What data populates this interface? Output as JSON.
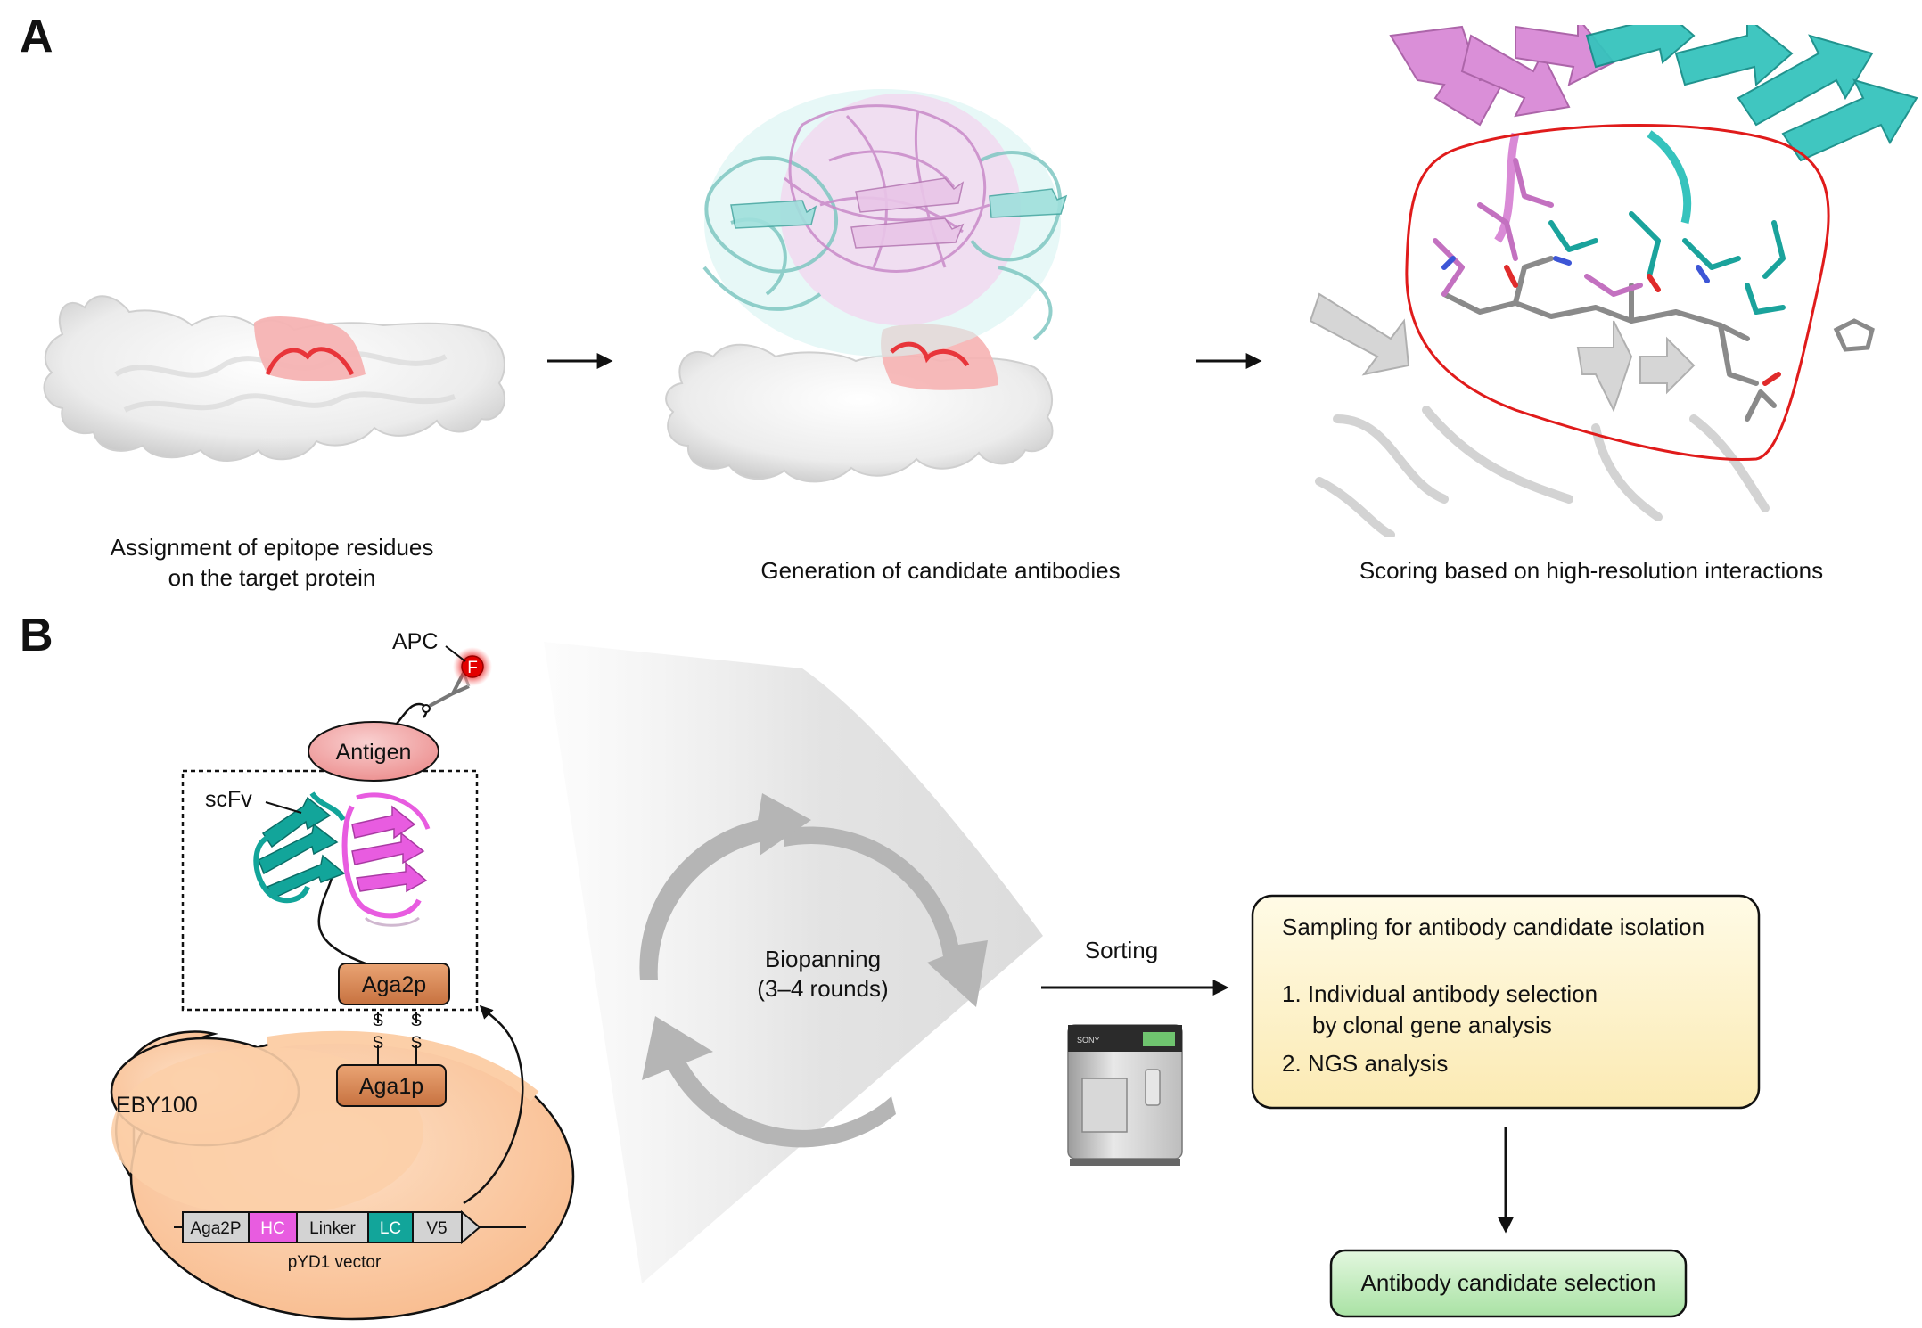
{
  "panels": {
    "a": "A",
    "b": "B"
  },
  "panel_a": {
    "step1_line1": "Assignment of epitope residues",
    "step1_line2": "on the target protein",
    "step2": "Generation of candidate antibodies",
    "step3": "Scoring based on high-resolution interactions"
  },
  "panel_b": {
    "apc": "APC",
    "fluor": "F",
    "antigen": "Antigen",
    "scfv": "scFv",
    "aga2p": "Aga2p",
    "aga1p": "Aga1p",
    "ss_left_top": "S",
    "ss_left_bottom": "S",
    "ss_right_top": "S",
    "ss_right_bottom": "S",
    "cell": "EBY100",
    "vector_segments": [
      "Aga2P",
      "HC",
      "Linker",
      "LC",
      "V5"
    ],
    "vector_name": "pYD1 vector",
    "cycle_line1": "Biopanning",
    "cycle_line2": "(3–4 rounds)",
    "sorting": "Sorting",
    "sampling_title": "Sampling for antibody candidate isolation",
    "item1_line1": "1. Individual antibody selection",
    "item1_line2": "by clonal gene analysis",
    "item2": "2. NGS analysis",
    "final": "Antibody candidate selection",
    "sorter_brand": "SONY"
  },
  "colors": {
    "hc": "#e85ce0",
    "lc": "#12a59a",
    "antigen": "#f2a9a9",
    "aga": "#d98a5a",
    "cell": "#fbc9a1",
    "epitope": "#e8353a",
    "vh_ribbon": "#d98ad6",
    "vl_ribbon": "#36c3bd",
    "sampling_box": "#fdf3cd",
    "final_box": "#bfeabc",
    "cycle_arrow": "#b5b5b5"
  },
  "icons": [
    "right-arrow-icon",
    "down-arrow-icon",
    "cycle-arrow-icon",
    "cell-sorter-icon",
    "fluorophore-icon"
  ]
}
